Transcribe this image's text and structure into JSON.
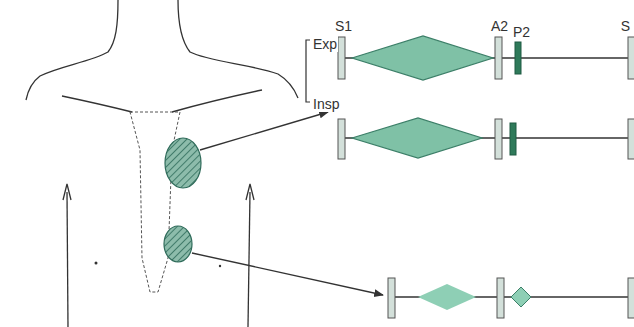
{
  "diagram": {
    "labels": [
      "S1",
      "A2",
      "P2",
      "S",
      "Exp",
      "Insp"
    ]
  }
}
